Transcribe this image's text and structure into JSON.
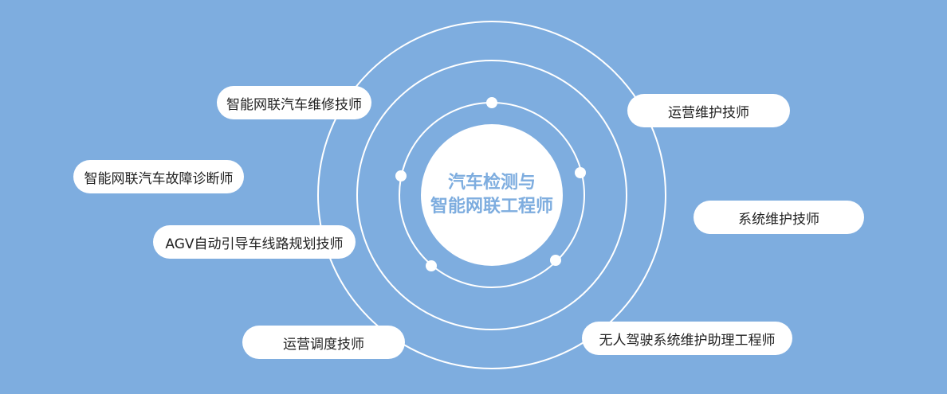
{
  "center": {
    "line1": "汽车检测与",
    "line2": "智能网联工程师"
  },
  "jobs": [
    {
      "label": "智能网联汽车维修技师"
    },
    {
      "label": "智能网联汽车故障诊断师"
    },
    {
      "label": "AGV自动引导车线路规划技师"
    },
    {
      "label": "运营调度技师"
    },
    {
      "label": "运营维护技师"
    },
    {
      "label": "系统维护技师"
    },
    {
      "label": "无人驾驶系统维护助理工程师"
    }
  ],
  "colors": {
    "background": "#7eaddf",
    "ring": "#ffffff",
    "center_text": "#7eaddf",
    "pill": "#ffffff",
    "pill_text": "#222222"
  }
}
